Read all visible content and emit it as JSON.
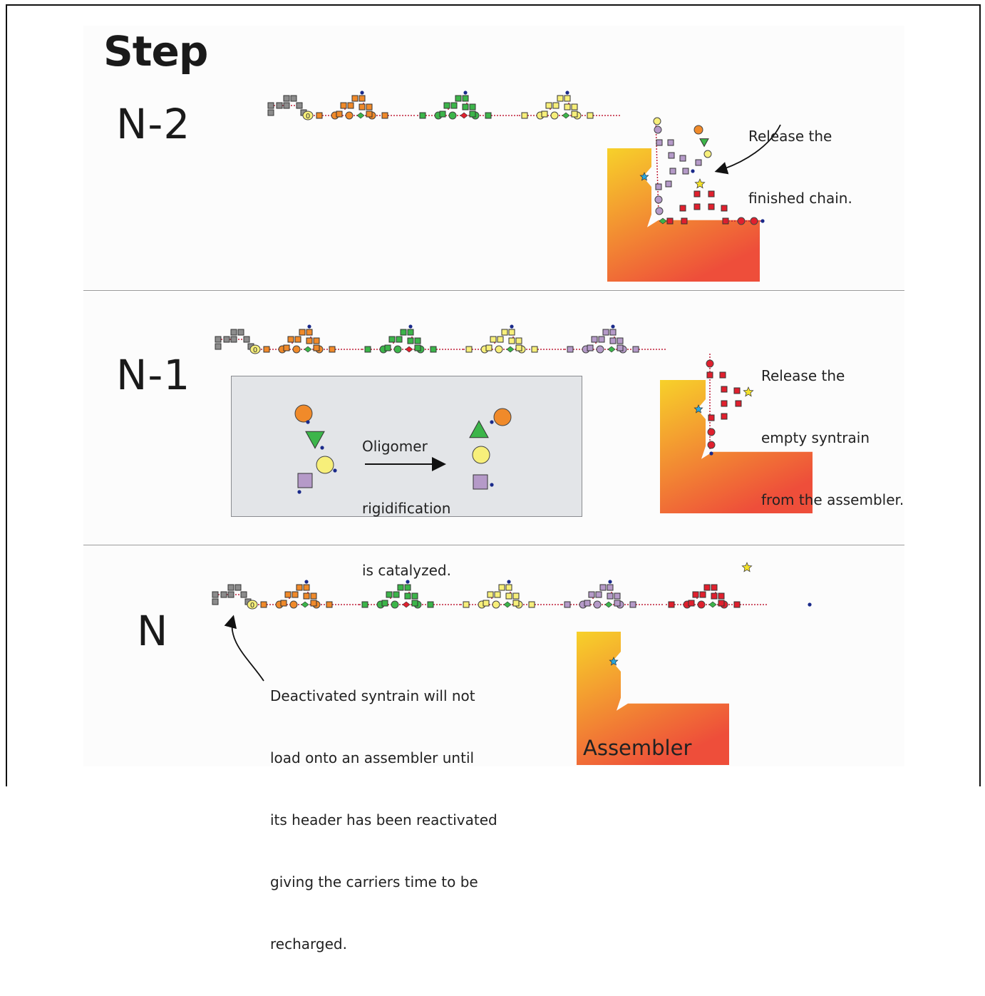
{
  "title": "Step",
  "steps": [
    {
      "label": "N-2",
      "note": [
        "Release the",
        "finished chain."
      ]
    },
    {
      "label": "N-1",
      "note": [
        "Release the",
        "empty syntrain",
        "from the assembler."
      ],
      "inset_note": [
        "Oligomer",
        "rigidification",
        "is catalyzed."
      ]
    },
    {
      "label": "N",
      "note": [
        "Deactivated syntrain will not",
        "load onto an assembler until",
        "its header has been reactivated",
        "giving the carriers time to be",
        "recharged."
      ]
    }
  ],
  "assembler_label": "Assembler",
  "header_mark": "0",
  "colors": {
    "gray": "#8c8c8c",
    "orange": "#f08a2a",
    "green": "#3cb54a",
    "yellow": "#f7ef7a",
    "lavender": "#b59ac8",
    "red": "#e0202e",
    "assembler_top": "#f7d12a",
    "assembler_bottom": "#ee4e3a",
    "inset_bg": "#e3e5e8",
    "star_blue": "#29a8e0",
    "star_yellow": "#f4e22a"
  }
}
